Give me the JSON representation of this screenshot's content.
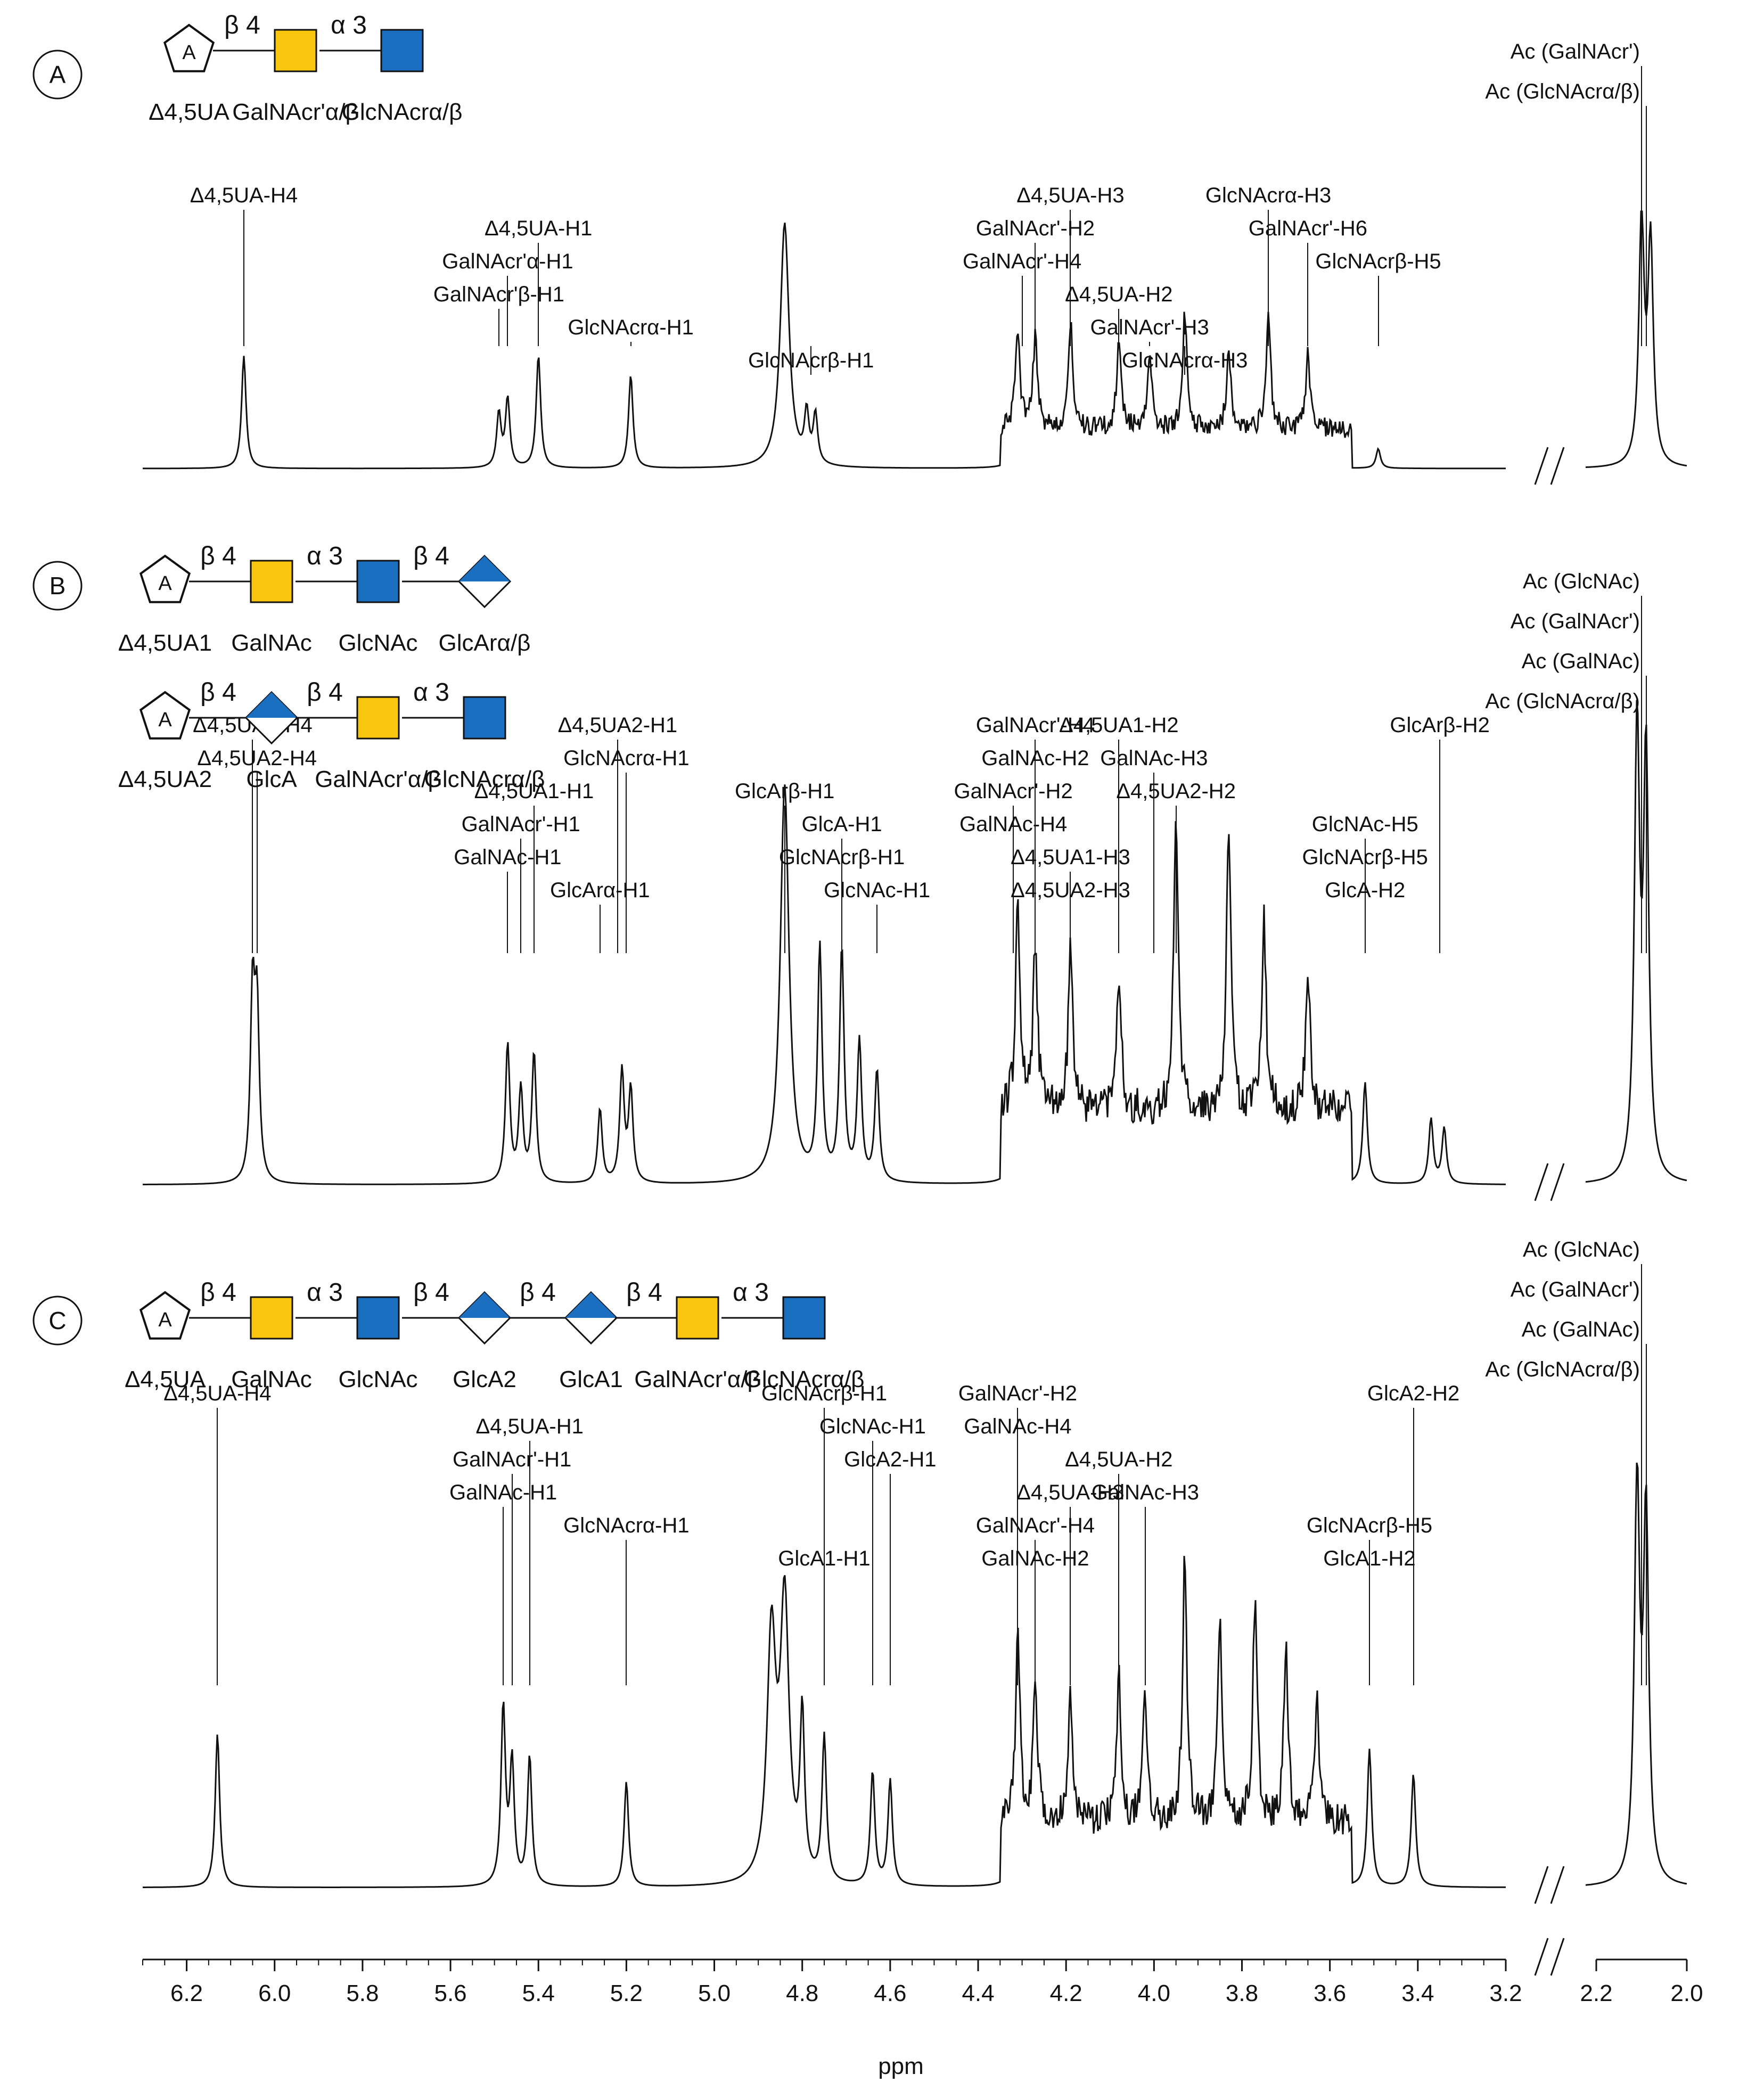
{
  "chart_data": {
    "type": "line",
    "xlabel": "ppm",
    "x_ticks": [
      "6.2",
      "6.0",
      "5.8",
      "5.6",
      "5.4",
      "5.2",
      "5.0",
      "4.8",
      "4.6",
      "4.4",
      "4.2",
      "4.0",
      "3.8",
      "3.6",
      "3.4",
      "3.2",
      "2.2",
      "2.0"
    ],
    "x_range_main": [
      6.3,
      3.2
    ],
    "x_range_acetyl": [
      2.2,
      2.0
    ],
    "axis_broken": true,
    "colors": {
      "gal": "#F9C80E",
      "glc": "#1B6FC0",
      "line": "#111111"
    },
    "panels": [
      {
        "id": "A",
        "structure": {
          "residues": [
            {
              "shape": "pentagon",
              "symbol": "A",
              "name": "Δ4,5UA"
            },
            {
              "shape": "square",
              "color": "gal",
              "name": "GalNAcr'α/β"
            },
            {
              "shape": "square",
              "color": "glc",
              "name": "GlcNAcrα/β"
            }
          ],
          "linkages": [
            "β 4",
            "α 3"
          ]
        },
        "annotations": [
          {
            "label": "Δ4,5UA-H4",
            "ppm": 6.07
          },
          {
            "label": "Δ4,5UA-H1",
            "ppm": 5.4
          },
          {
            "label": "GalNAcr'α-H1",
            "ppm": 5.47
          },
          {
            "label": "GalNAcr'β-H1",
            "ppm": 5.49
          },
          {
            "label": "GlcNAcrα-H1",
            "ppm": 5.19
          },
          {
            "label": "GlcNAcrβ-H1",
            "ppm": 4.78
          },
          {
            "label": "Δ4,5UA-H3",
            "ppm": 4.19
          },
          {
            "label": "GalNAcr'-H2",
            "ppm": 4.27
          },
          {
            "label": "GalNAcr'-H4",
            "ppm": 4.3
          },
          {
            "label": "Δ4,5UA-H2",
            "ppm": 4.08
          },
          {
            "label": "GalNAcr'-H3",
            "ppm": 4.01
          },
          {
            "label": "GlcNAcrα-H3",
            "ppm": 3.93
          },
          {
            "label": "GlcNAcrα-H3",
            "ppm": 3.74
          },
          {
            "label": "GalNAcr'-H6",
            "ppm": 3.65
          },
          {
            "label": "GlcNAcrβ-H5",
            "ppm": 3.49
          },
          {
            "label": "Ac (GalNAcr')",
            "ppm": 2.1
          },
          {
            "label": "Ac (GlcNAcrα/β)",
            "ppm": 2.09
          }
        ],
        "peaks": [
          {
            "ppm": 6.07,
            "h": 0.46
          },
          {
            "ppm": 5.49,
            "h": 0.22
          },
          {
            "ppm": 5.47,
            "h": 0.28
          },
          {
            "ppm": 5.4,
            "h": 0.46
          },
          {
            "ppm": 5.19,
            "h": 0.38
          },
          {
            "ppm": 4.84,
            "h": 1.0
          },
          {
            "ppm": 4.79,
            "h": 0.2
          },
          {
            "ppm": 4.77,
            "h": 0.2
          },
          {
            "ppm": 4.31,
            "h": 0.42
          },
          {
            "ppm": 4.27,
            "h": 0.38
          },
          {
            "ppm": 4.19,
            "h": 0.44
          },
          {
            "ppm": 4.08,
            "h": 0.36
          },
          {
            "ppm": 4.01,
            "h": 0.3
          },
          {
            "ppm": 3.93,
            "h": 0.46
          },
          {
            "ppm": 3.83,
            "h": 0.32
          },
          {
            "ppm": 3.74,
            "h": 0.48
          },
          {
            "ppm": 3.65,
            "h": 0.3
          },
          {
            "ppm": 3.49,
            "h": 0.08
          },
          {
            "ppm": 2.1,
            "h": 1.0
          },
          {
            "ppm": 2.08,
            "h": 0.9
          }
        ]
      },
      {
        "id": "B",
        "structure": {
          "chains": [
            {
              "residues": [
                {
                  "shape": "pentagon",
                  "symbol": "A",
                  "name": "Δ4,5UA1"
                },
                {
                  "shape": "square",
                  "color": "gal",
                  "name": "GalNAc"
                },
                {
                  "shape": "square",
                  "color": "glc",
                  "name": "GlcNAc"
                },
                {
                  "shape": "diamond",
                  "color": "glc",
                  "name": "GlcArα/β"
                }
              ],
              "linkages": [
                "β 4",
                "α 3",
                "β 4"
              ]
            },
            {
              "residues": [
                {
                  "shape": "pentagon",
                  "symbol": "A",
                  "name": "Δ4,5UA2"
                },
                {
                  "shape": "diamond",
                  "color": "glc",
                  "name": "GlcA"
                },
                {
                  "shape": "square",
                  "color": "gal",
                  "name": "GalNAcr'α/β"
                },
                {
                  "shape": "square",
                  "color": "glc",
                  "name": "GlcNAcrα/β"
                }
              ],
              "linkages": [
                "β 4",
                "β 4",
                "α 3"
              ]
            }
          ]
        },
        "annotations": [
          {
            "label": "Δ4,5UA1-H4",
            "ppm": 6.05
          },
          {
            "label": "Δ4,5UA2-H4",
            "ppm": 6.04
          },
          {
            "label": "Δ4,5UA1-H1",
            "ppm": 5.41
          },
          {
            "label": "GalNAcr'-H1",
            "ppm": 5.44
          },
          {
            "label": "GalNAc-H1",
            "ppm": 5.47
          },
          {
            "label": "GlcArα-H1",
            "ppm": 5.26
          },
          {
            "label": "Δ4,5UA2-H1",
            "ppm": 5.22
          },
          {
            "label": "GlcNAcrα-H1",
            "ppm": 5.2
          },
          {
            "label": "GlcArβ-H1",
            "ppm": 4.84
          },
          {
            "label": "GlcA-H1",
            "ppm": 4.71
          },
          {
            "label": "GlcNAcrβ-H1",
            "ppm": 4.71
          },
          {
            "label": "GlcNAc-H1",
            "ppm": 4.63
          },
          {
            "label": "GalNAcr'-H4",
            "ppm": 4.27
          },
          {
            "label": "GalNAc-H2",
            "ppm": 4.27
          },
          {
            "label": "GalNAcr'-H2",
            "ppm": 4.32
          },
          {
            "label": "GalNAc-H4",
            "ppm": 4.32
          },
          {
            "label": "Δ4,5UA1-H3",
            "ppm": 4.19
          },
          {
            "label": "Δ4,5UA2-H3",
            "ppm": 4.19
          },
          {
            "label": "Δ4,5UA1-H2",
            "ppm": 4.08
          },
          {
            "label": "GalNAc-H3",
            "ppm": 4.0
          },
          {
            "label": "Δ4,5UA2-H2",
            "ppm": 3.95
          },
          {
            "label": "GlcNAc-H5",
            "ppm": 3.52
          },
          {
            "label": "GlcNAcrβ-H5",
            "ppm": 3.52
          },
          {
            "label": "GlcA-H2",
            "ppm": 3.52
          },
          {
            "label": "GlcArβ-H2",
            "ppm": 3.35
          },
          {
            "label": "Ac (GlcNAc)",
            "ppm": 2.1
          },
          {
            "label": "Ac (GalNAcr')",
            "ppm": 2.1
          },
          {
            "label": "Ac (GalNAc)",
            "ppm": 2.09
          },
          {
            "label": "Ac (GlcNAcrα/β)",
            "ppm": 2.09
          }
        ],
        "peaks": [
          {
            "ppm": 6.05,
            "h": 0.4
          },
          {
            "ppm": 6.04,
            "h": 0.36
          },
          {
            "ppm": 5.47,
            "h": 0.3
          },
          {
            "ppm": 5.44,
            "h": 0.2
          },
          {
            "ppm": 5.41,
            "h": 0.28
          },
          {
            "ppm": 5.26,
            "h": 0.16
          },
          {
            "ppm": 5.21,
            "h": 0.24
          },
          {
            "ppm": 5.19,
            "h": 0.2
          },
          {
            "ppm": 4.84,
            "h": 0.86
          },
          {
            "ppm": 4.76,
            "h": 0.5
          },
          {
            "ppm": 4.71,
            "h": 0.5
          },
          {
            "ppm": 4.67,
            "h": 0.3
          },
          {
            "ppm": 4.63,
            "h": 0.24
          },
          {
            "ppm": 4.31,
            "h": 0.42
          },
          {
            "ppm": 4.27,
            "h": 0.36
          },
          {
            "ppm": 4.19,
            "h": 0.34
          },
          {
            "ppm": 4.08,
            "h": 0.3
          },
          {
            "ppm": 3.95,
            "h": 0.64
          },
          {
            "ppm": 3.83,
            "h": 0.62
          },
          {
            "ppm": 3.75,
            "h": 0.4
          },
          {
            "ppm": 3.65,
            "h": 0.3
          },
          {
            "ppm": 3.52,
            "h": 0.22
          },
          {
            "ppm": 3.37,
            "h": 0.14
          },
          {
            "ppm": 3.34,
            "h": 0.12
          },
          {
            "ppm": 2.11,
            "h": 0.96
          },
          {
            "ppm": 2.09,
            "h": 0.9
          }
        ]
      },
      {
        "id": "C",
        "structure": {
          "residues": [
            {
              "shape": "pentagon",
              "symbol": "A",
              "name": "Δ4,5UA"
            },
            {
              "shape": "square",
              "color": "gal",
              "name": "GalNAc"
            },
            {
              "shape": "square",
              "color": "glc",
              "name": "GlcNAc"
            },
            {
              "shape": "diamond",
              "color": "glc",
              "name": "GlcA2"
            },
            {
              "shape": "diamond",
              "color": "glc",
              "name": "GlcA1"
            },
            {
              "shape": "square",
              "color": "gal",
              "name": "GalNAcr'α/β"
            },
            {
              "shape": "square",
              "color": "glc",
              "name": "GlcNAcrα/β"
            }
          ],
          "linkages": [
            "β 4",
            "α 3",
            "β 4",
            "β 4",
            "β 4",
            "α 3"
          ]
        },
        "annotations": [
          {
            "label": "Δ4,5UA-H4",
            "ppm": 6.13
          },
          {
            "label": "Δ4,5UA-H1",
            "ppm": 5.42
          },
          {
            "label": "GalNAcr'-H1",
            "ppm": 5.46
          },
          {
            "label": "GalNAc-H1",
            "ppm": 5.48
          },
          {
            "label": "GlcNAcrα-H1",
            "ppm": 5.2
          },
          {
            "label": "GlcA1-H1",
            "ppm": 4.75
          },
          {
            "label": "GlcNAcrβ-H1",
            "ppm": 4.75
          },
          {
            "label": "GlcNAc-H1",
            "ppm": 4.64
          },
          {
            "label": "GlcA2-H1",
            "ppm": 4.6
          },
          {
            "label": "Δ4,5UA-H3",
            "ppm": 4.19
          },
          {
            "label": "GalNAcr'-H4",
            "ppm": 4.27
          },
          {
            "label": "GalNAc-H2",
            "ppm": 4.27
          },
          {
            "label": "GalNAcr'-H2",
            "ppm": 4.31
          },
          {
            "label": "GalNAc-H4",
            "ppm": 4.31
          },
          {
            "label": "Δ4,5UA-H2",
            "ppm": 4.08
          },
          {
            "label": "GalNAc-H3",
            "ppm": 4.02
          },
          {
            "label": "GlcNAcrβ-H5",
            "ppm": 3.51
          },
          {
            "label": "GlcA1-H2",
            "ppm": 3.51
          },
          {
            "label": "GlcA2-H2",
            "ppm": 3.41
          },
          {
            "label": "Ac (GlcNAc)",
            "ppm": 2.1
          },
          {
            "label": "Ac (GalNAcr')",
            "ppm": 2.1
          },
          {
            "label": "Ac (GalNAc)",
            "ppm": 2.09
          },
          {
            "label": "Ac (GlcNAcrα/β)",
            "ppm": 2.09
          }
        ],
        "peaks": [
          {
            "ppm": 6.13,
            "h": 0.38
          },
          {
            "ppm": 5.48,
            "h": 0.44
          },
          {
            "ppm": 5.46,
            "h": 0.3
          },
          {
            "ppm": 5.42,
            "h": 0.32
          },
          {
            "ppm": 5.2,
            "h": 0.26
          },
          {
            "ppm": 4.87,
            "h": 0.6
          },
          {
            "ppm": 4.84,
            "h": 0.68
          },
          {
            "ppm": 4.8,
            "h": 0.4
          },
          {
            "ppm": 4.75,
            "h": 0.36
          },
          {
            "ppm": 4.64,
            "h": 0.28
          },
          {
            "ppm": 4.6,
            "h": 0.26
          },
          {
            "ppm": 4.31,
            "h": 0.46
          },
          {
            "ppm": 4.27,
            "h": 0.34
          },
          {
            "ppm": 4.19,
            "h": 0.32
          },
          {
            "ppm": 4.08,
            "h": 0.36
          },
          {
            "ppm": 4.02,
            "h": 0.32
          },
          {
            "ppm": 3.93,
            "h": 0.66
          },
          {
            "ppm": 3.85,
            "h": 0.5
          },
          {
            "ppm": 3.77,
            "h": 0.56
          },
          {
            "ppm": 3.7,
            "h": 0.44
          },
          {
            "ppm": 3.63,
            "h": 0.3
          },
          {
            "ppm": 3.51,
            "h": 0.34
          },
          {
            "ppm": 3.41,
            "h": 0.28
          },
          {
            "ppm": 2.11,
            "h": 0.98
          },
          {
            "ppm": 2.09,
            "h": 0.9
          }
        ]
      }
    ]
  }
}
